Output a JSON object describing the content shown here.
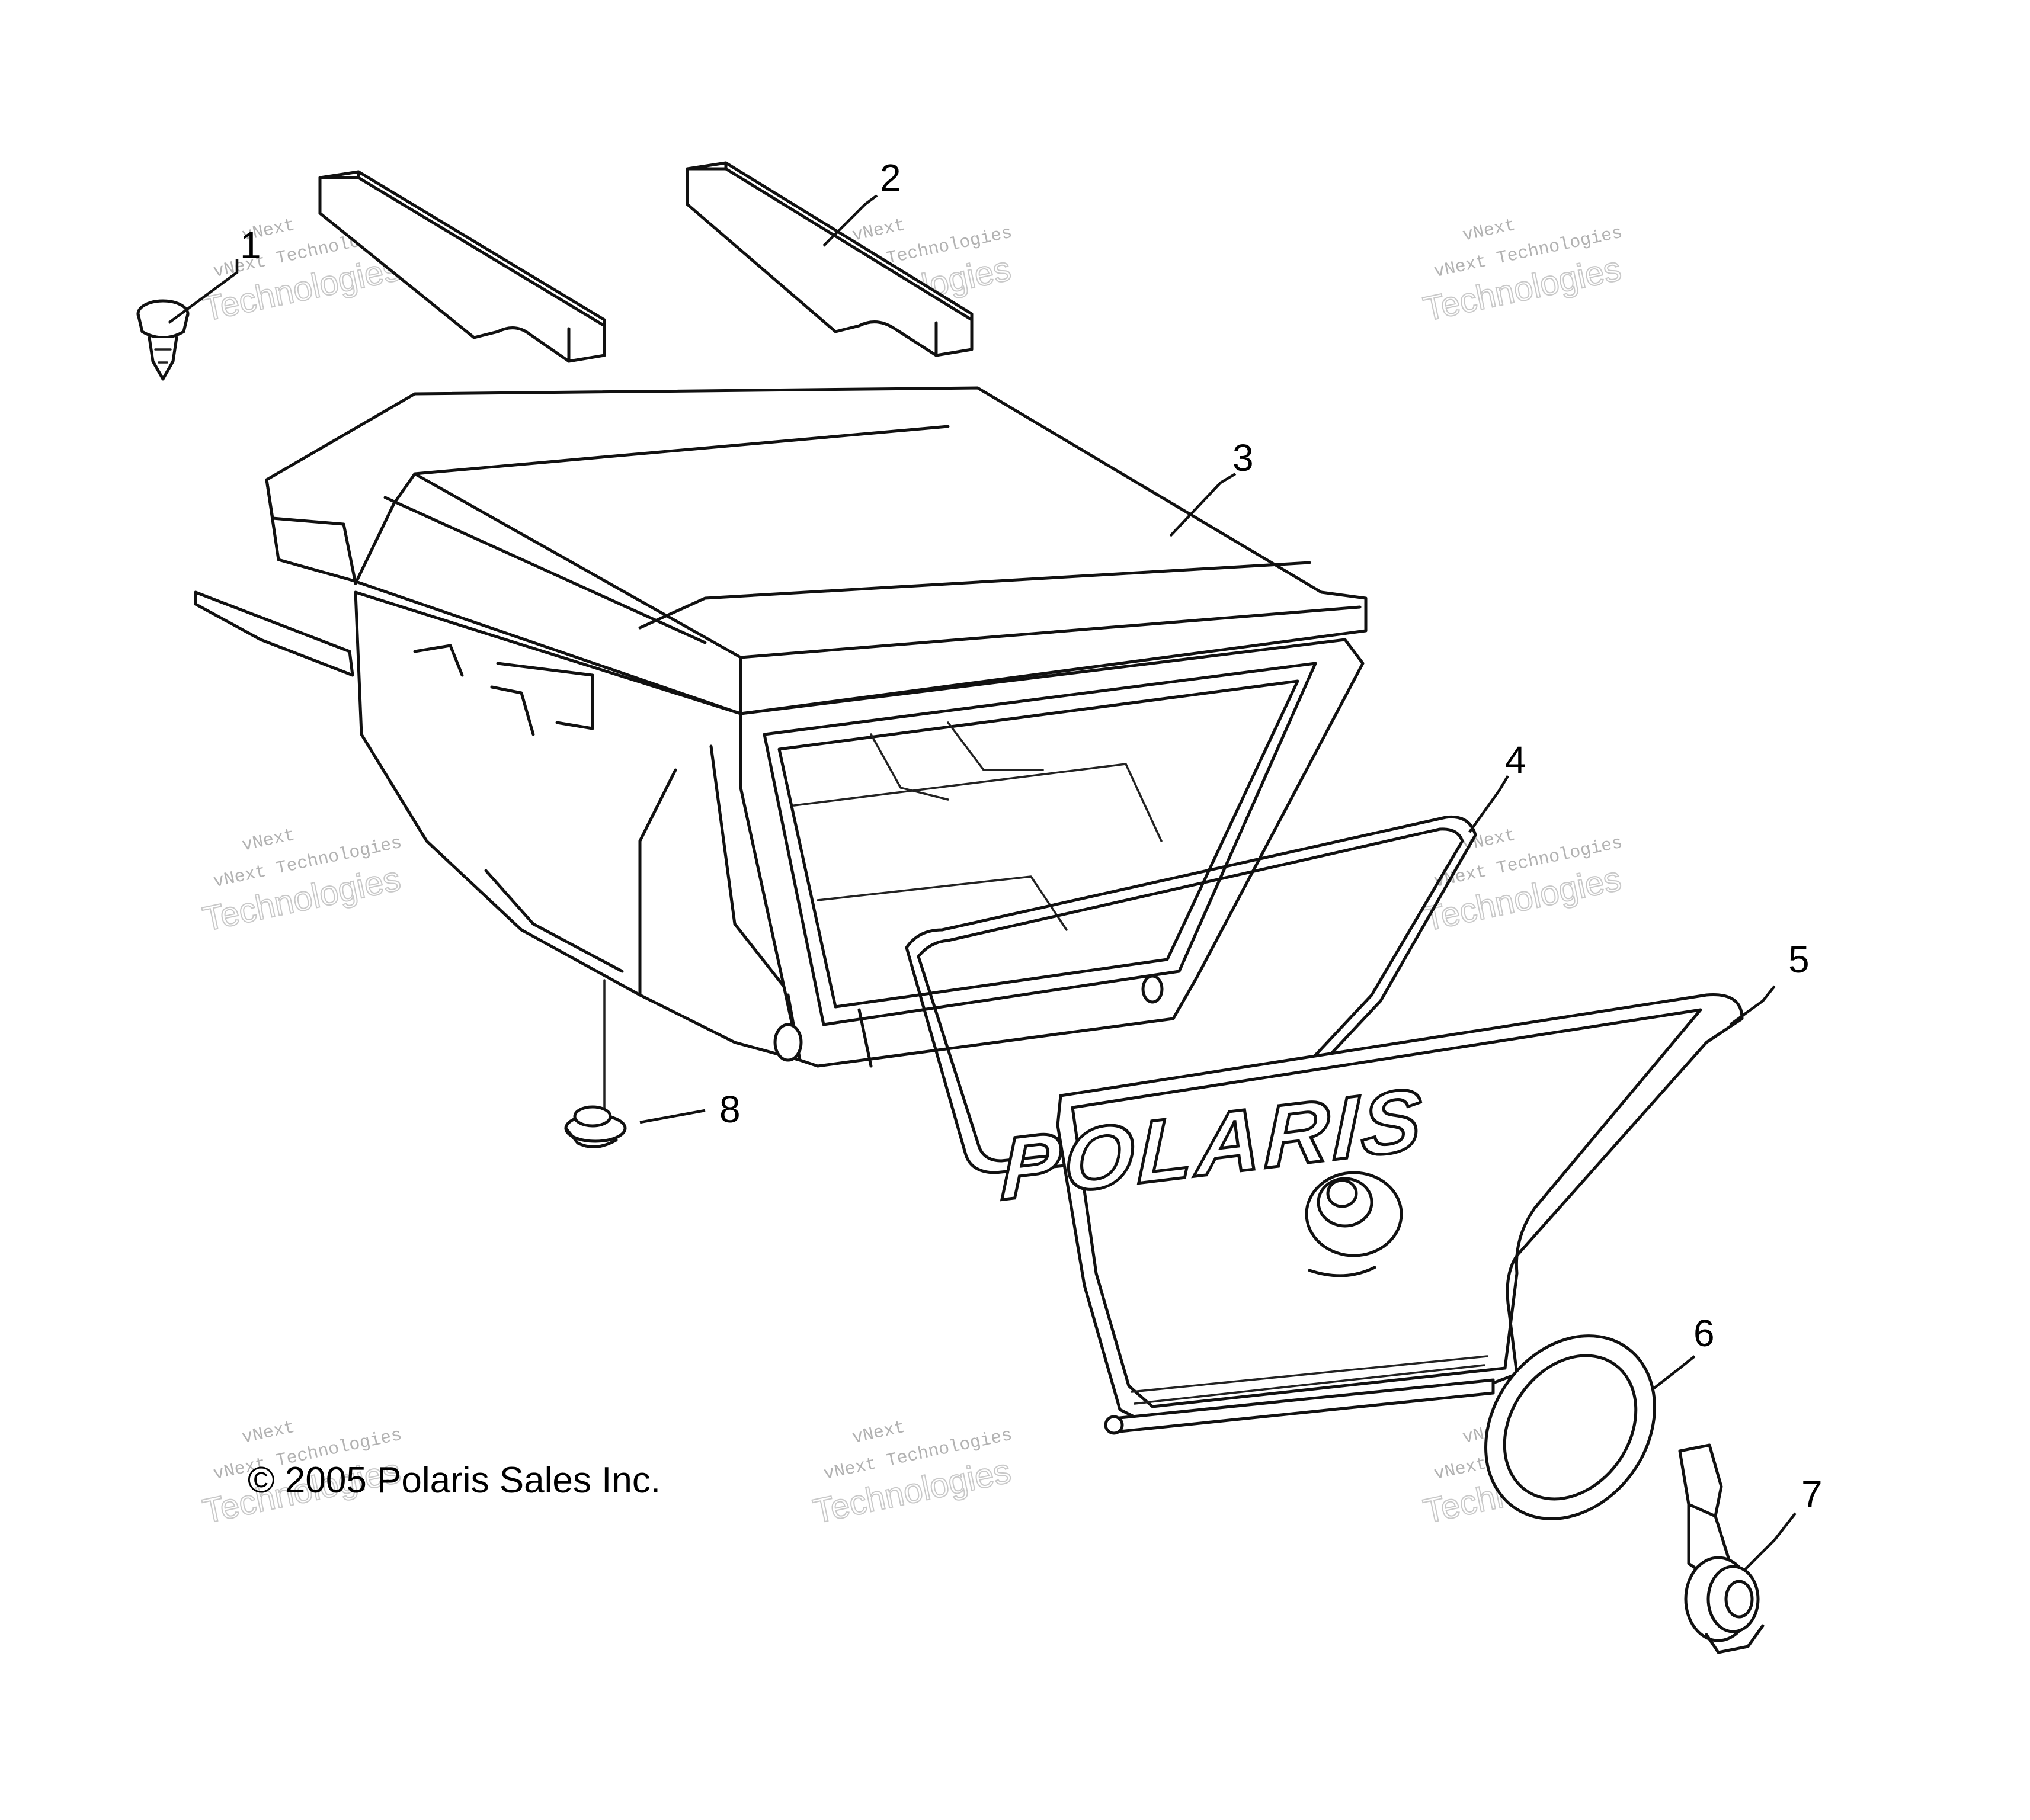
{
  "callouts": [
    "1",
    "2",
    "3",
    "4",
    "5",
    "6",
    "7",
    "8"
  ],
  "copyright": "© 2005 Polaris Sales Inc.",
  "logo_text": "POLARIS",
  "watermark": {
    "line1": "vNext",
    "line2": "vNext Technologies",
    "line3": "Technologies"
  }
}
